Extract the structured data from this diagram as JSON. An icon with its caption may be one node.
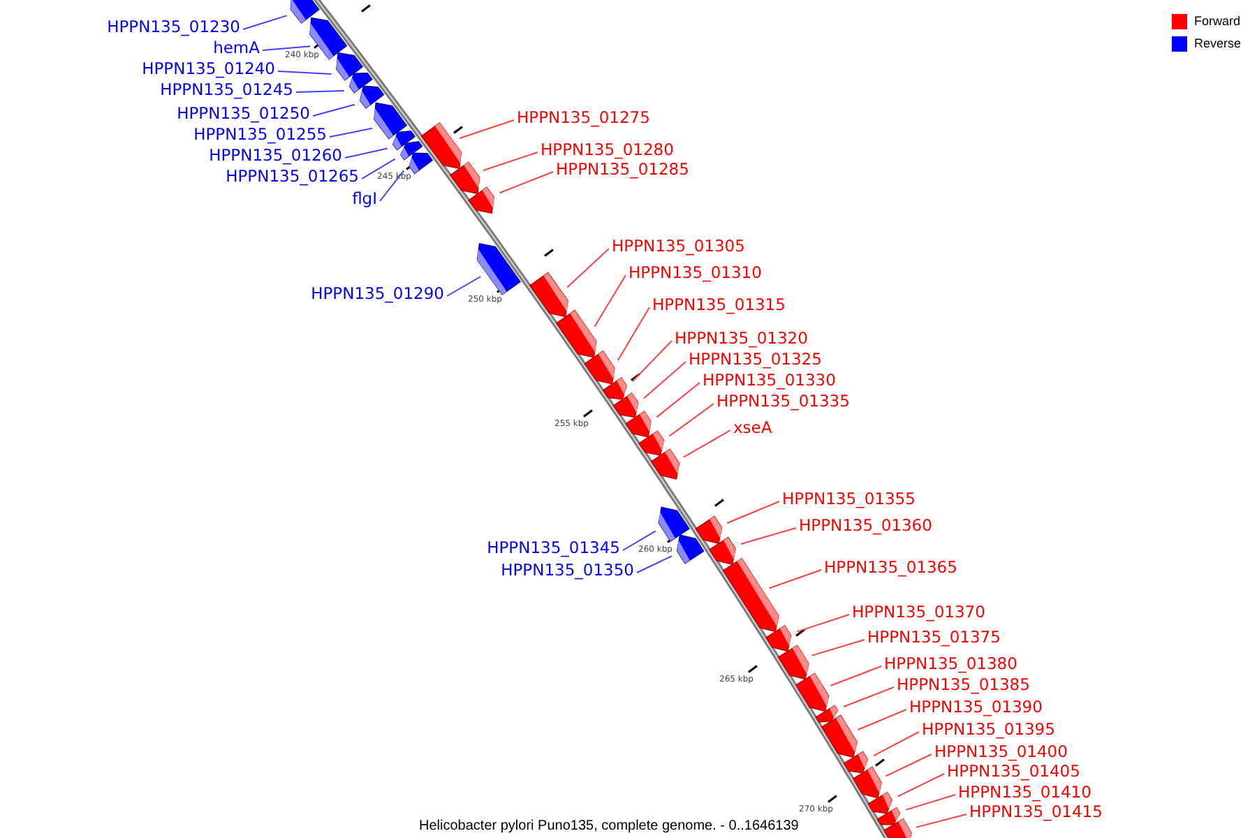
{
  "diagram": {
    "caption": "Helicobacter pylori Puno135, complete genome. - 0..1646139",
    "nodes": [
      {
        "text": [
          "HPPN135_01230"
        ]
      },
      {
        "text": [],
        "shape": "pentagon"
      },
      {
        "text": [
          "hemA"
        ]
      },
      {
        "text": [],
        "shape": "pentagon"
      },
      {
        "text": [
          "HPPN135_01240"
        ]
      },
      {
        "text": [],
        "shape": "pentagon"
      },
      {
        "text": [
          "HPPN135_01245"
        ]
      },
      {
        "text": [],
        "shape": "pentagon"
      },
      {
        "text": [
          "HPPN135_01250"
        ]
      },
      {
        "text": [],
        "shape": "pentagon"
      },
      {
        "text": [
          "HPPN135_01255"
        ]
      },
      {
        "text": [],
        "shape": "pentagon"
      },
      {
        "text": [
          "HPPN135_01260"
        ]
      },
      {
        "text": [],
        "shape": "pentagon"
      },
      {
        "text": [
          "HPPN135_01265"
        ]
      },
      {
        "text": [],
        "shape": "pentagon"
      },
      {
        "text": [
          "flgI"
        ]
      },
      {
        "text": [],
        "shape": "pentagon"
      },
      {
        "text": [
          "HPPN135_01275"
        ]
      },
      {
        "text": [],
        "shape": "pentagon"
      },
      {
        "text": [
          "HPPN135_01280"
        ]
      },
      {
        "text": [],
        "shape": "pentagon"
      },
      {
        "text": [
          "HPPN135_01285"
        ]
      },
      {
        "text": [],
        "shape": "pentagon"
      },
      {
        "text": [
          "HPPN135_01290"
        ]
      },
      {
        "text": [],
        "shape": "pentagon"
      },
      {
        "text": [
          "HPPN135_01305"
        ]
      },
      {
        "text": [],
        "shape": "pentagon"
      },
      {
        "text": [
          "HPPN135_01310"
        ]
      },
      {
        "text": [],
        "shape": "pentagon"
      },
      {
        "text": [
          "HPPN135_01315"
        ]
      },
      {
        "text": [],
        "shape": "pentagon"
      },
      {
        "text": [
          "HPPN135_01320"
        ]
      },
      {
        "text": [],
        "shape": "pentagon"
      },
      {
        "text": [
          "HPPN135_01325"
        ]
      },
      {
        "text": [],
        "shape": "pentagon"
      },
      {
        "text": [
          "HPPN135_01330"
        ]
      },
      {
        "text": [],
        "shape": "pentagon"
      },
      {
        "text": [
          "HPPN135_01335"
        ]
      },
      {
        "text": [],
        "shape": "pentagon"
      },
      {
        "text": [
          "xseA"
        ]
      },
      {
        "text": [],
        "shape": "pentagon"
      },
      {
        "text": [
          "HPPN135_01345"
        ]
      },
      {
        "text": [],
        "shape": "pentagon"
      },
      {
        "text": [
          "HPPN135_01350"
        ]
      },
      {
        "text": [],
        "shape": "pentagon"
      },
      {
        "text": [
          "HPPN135_01355"
        ]
      },
      {
        "text": [],
        "shape": "pentagon"
      },
      {
        "text": [
          "HPPN135_01360"
        ]
      },
      {
        "text": [],
        "shape": "pentagon"
      },
      {
        "text": [
          "HPPN135_01365"
        ]
      },
      {
        "text": [],
        "shape": "pentagon"
      },
      {
        "text": [
          "HPPN135_01370"
        ]
      },
      {
        "text": [],
        "shape": "pentagon"
      },
      {
        "text": [
          "HPPN135_01375"
        ]
      },
      {
        "text": [],
        "shape": "pentagon"
      },
      {
        "text": [
          "HPPN135_01380"
        ]
      },
      {
        "text": [],
        "shape": "pentagon"
      },
      {
        "text": [
          "HPPN135_01385"
        ]
      },
      {
        "text": [],
        "shape": "pentagon"
      },
      {
        "text": [
          "HPPN135_01390"
        ]
      },
      {
        "text": [],
        "shape": "pentagon"
      },
      {
        "text": [
          "HPPN135_01395"
        ]
      },
      {
        "text": [],
        "shape": "pentagon"
      },
      {
        "text": [
          "HPPN135_01400"
        ]
      },
      {
        "text": [],
        "shape": "pentagon"
      },
      {
        "text": [
          "HPPN135_01405"
        ]
      },
      {
        "text": [],
        "shape": "pentagon"
      },
      {
        "text": [
          "HPPN135_01410"
        ]
      },
      {
        "text": [],
        "shape": "pentagon"
      },
      {
        "text": [
          "HPPN135_01415"
        ]
      },
      {
        "text": [],
        "shape": "pentagon"
      }
    ],
    "edges": [
      {
        "from": 0,
        "to": 1,
        "arrow": "none",
        "color": "#4040ff"
      },
      {
        "from": 2,
        "to": 3,
        "arrow": "none",
        "color": "#4040ff"
      },
      {
        "from": 4,
        "to": 5,
        "arrow": "none",
        "color": "#4040ff"
      },
      {
        "from": 6,
        "to": 7,
        "arrow": "none",
        "color": "#4040ff"
      },
      {
        "from": 8,
        "to": 9,
        "arrow": "none",
        "color": "#4040ff"
      },
      {
        "from": 10,
        "to": 11,
        "arrow": "none",
        "color": "#4040ff"
      },
      {
        "from": 12,
        "to": 13,
        "arrow": "none",
        "color": "#4040ff"
      },
      {
        "from": 14,
        "to": 15,
        "arrow": "none",
        "color": "#4040ff"
      },
      {
        "from": 16,
        "to": 17,
        "arrow": "none",
        "color": "#4040ff"
      },
      {
        "from": 18,
        "to": 19,
        "arrow": "none"
      },
      {
        "from": 20,
        "to": 21,
        "arrow": "none"
      },
      {
        "from": 22,
        "to": 23,
        "arrow": "none"
      },
      {
        "from": 24,
        "to": 25,
        "arrow": "none",
        "color": "#4040ff"
      },
      {
        "from": 26,
        "to": 27,
        "arrow": "none"
      },
      {
        "from": 28,
        "to": 29,
        "arrow": "none"
      },
      {
        "from": 30,
        "to": 31,
        "arrow": "none"
      },
      {
        "from": 32,
        "to": 33,
        "arrow": "none"
      },
      {
        "from": 34,
        "to": 35,
        "arrow": "none"
      },
      {
        "from": 36,
        "to": 37,
        "arrow": "none"
      },
      {
        "from": 38,
        "to": 39,
        "arrow": "none"
      },
      {
        "from": 40,
        "to": 41,
        "arrow": "none"
      },
      {
        "from": 42,
        "to": 43,
        "arrow": "none",
        "color": "#4040ff"
      },
      {
        "from": 44,
        "to": 45,
        "arrow": "none",
        "color": "#4040ff"
      },
      {
        "from": 46,
        "to": 47,
        "arrow": "none"
      },
      {
        "from": 48,
        "to": 49,
        "arrow": "none"
      },
      {
        "from": 50,
        "to": 51,
        "arrow": "none"
      },
      {
        "from": 52,
        "to": 53,
        "arrow": "none"
      },
      {
        "from": 54,
        "to": 55,
        "arrow": "none"
      },
      {
        "from": 56,
        "to": 57,
        "arrow": "none"
      },
      {
        "from": 58,
        "to": 59,
        "arrow": "none"
      },
      {
        "from": 60,
        "to": 61,
        "arrow": "none"
      },
      {
        "from": 62,
        "to": 63,
        "arrow": "none"
      },
      {
        "from": 64,
        "to": 65,
        "arrow": "none"
      },
      {
        "from": 66,
        "to": 67,
        "arrow": "none"
      },
      {
        "from": 68,
        "to": 69,
        "arrow": "none"
      },
      {
        "from": 70,
        "to": 71,
        "arrow": "none"
      }
    ],
    "labels": [
      "240 kbp",
      "245 kbp",
      "250 kbp",
      "255 kbp",
      "260 kbp",
      "265 kbp",
      "270 kbp"
    ],
    "legend": [
      {
        "text": "Forward",
        "color": "#ff0000"
      },
      {
        "text": "Reverse",
        "color": "#0000ff"
      }
    ]
  }
}
